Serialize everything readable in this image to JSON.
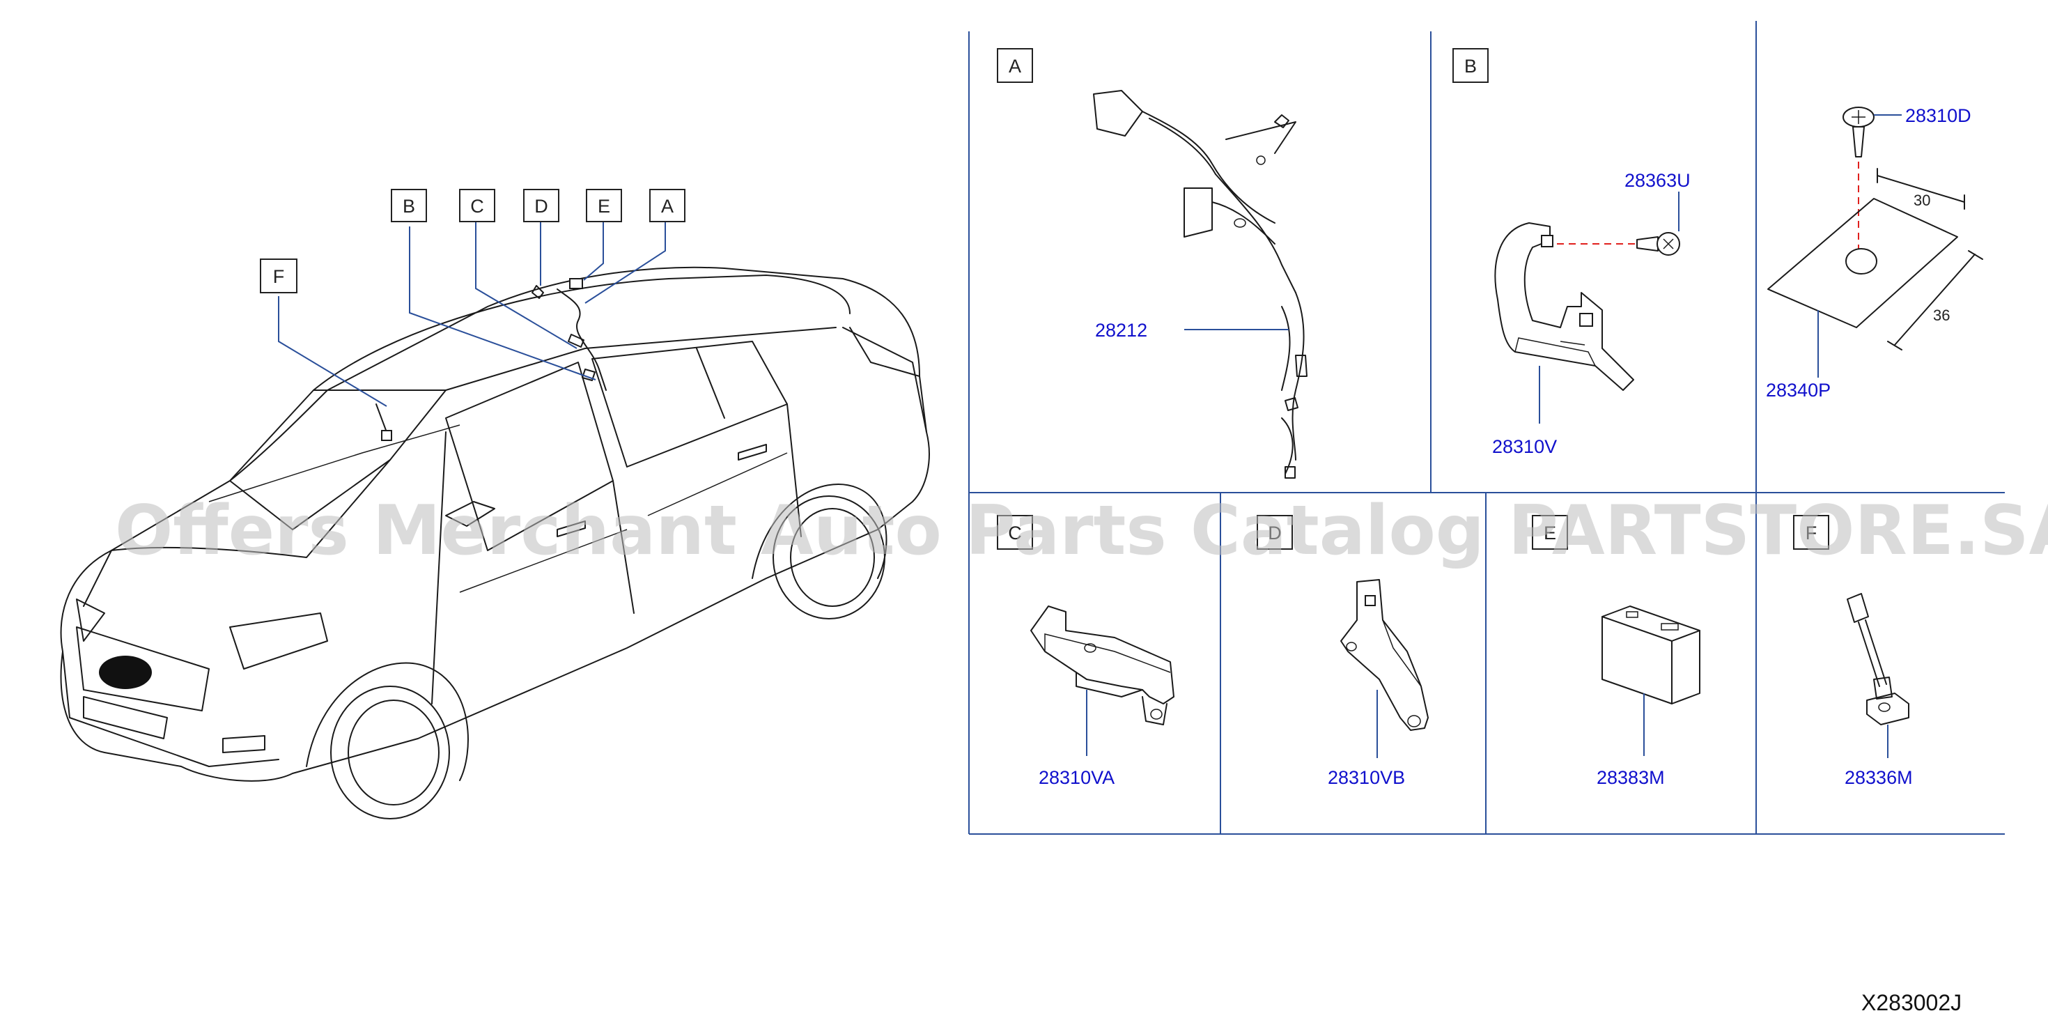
{
  "diagram": {
    "code": "X283002J",
    "watermark": "Offers Merchant Auto Parts Catalog PARTSTORE.SA",
    "car_callouts": [
      "A",
      "B",
      "C",
      "D",
      "E",
      "F"
    ],
    "panels": [
      {
        "id": "A",
        "parts": [
          "28212"
        ]
      },
      {
        "id": "B",
        "parts": [
          "28363U",
          "28310V"
        ]
      },
      {
        "id": "",
        "parts": [
          "28310D",
          "28340P"
        ],
        "dims": [
          "30",
          "36"
        ]
      },
      {
        "id": "C",
        "parts": [
          "28310VA"
        ]
      },
      {
        "id": "D",
        "parts": [
          "28310VB"
        ]
      },
      {
        "id": "E",
        "parts": [
          "28383M"
        ]
      },
      {
        "id": "F",
        "parts": [
          "28336M"
        ]
      }
    ]
  }
}
